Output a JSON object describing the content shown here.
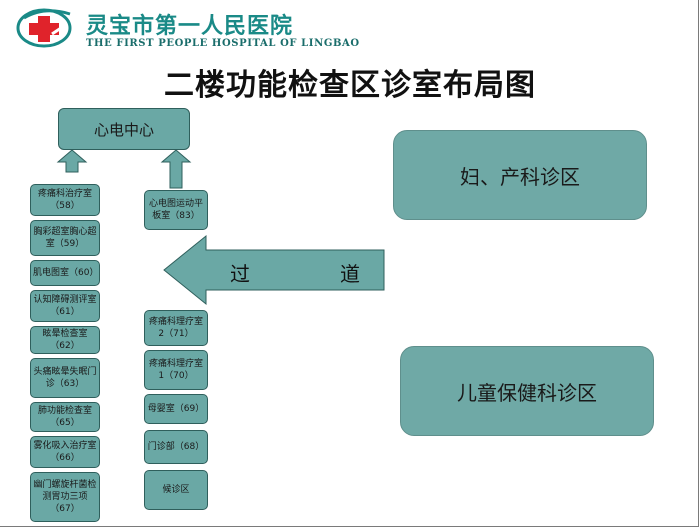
{
  "header": {
    "hospital_cn": "灵宝市第一人民医院",
    "hospital_en": "THE FIRST PEOPLE HOSPITAL OF LINGBAO"
  },
  "title": "二楼功能检查区诊室布局图",
  "center": {
    "label": "心电中心"
  },
  "left_column": [
    {
      "label": "疼痛科治疗室（58）"
    },
    {
      "label": "胸彩超室胸心超室（59）"
    },
    {
      "label": "肌电图室（60）"
    },
    {
      "label": "认知障碍测评室（61）"
    },
    {
      "label": "眩晕检查室（62）"
    },
    {
      "label": "头痛眩晕失眠门诊（63）"
    },
    {
      "label": "肺功能检查室（65）"
    },
    {
      "label": "雾化吸入治疗室（66）"
    },
    {
      "label": "幽门螺旋杆菌检测胃功三项（67）"
    }
  ],
  "right_column": [
    {
      "label": "心电图运动平板室（83）"
    },
    {
      "label": "疼痛科理疗室2（71）"
    },
    {
      "label": "疼痛科理疗室1（70）"
    },
    {
      "label": "母婴室（69）"
    },
    {
      "label": "门诊部（68）"
    },
    {
      "label": "候诊区"
    }
  ],
  "corridor": {
    "char1": "过",
    "char2": "道"
  },
  "zones": [
    {
      "label": "妇、产科诊区"
    },
    {
      "label": "儿童保健科诊区"
    }
  ],
  "colors": {
    "box": "#6aa8a5",
    "brand": "#1a8a87",
    "logo_red": "#e0232b"
  }
}
